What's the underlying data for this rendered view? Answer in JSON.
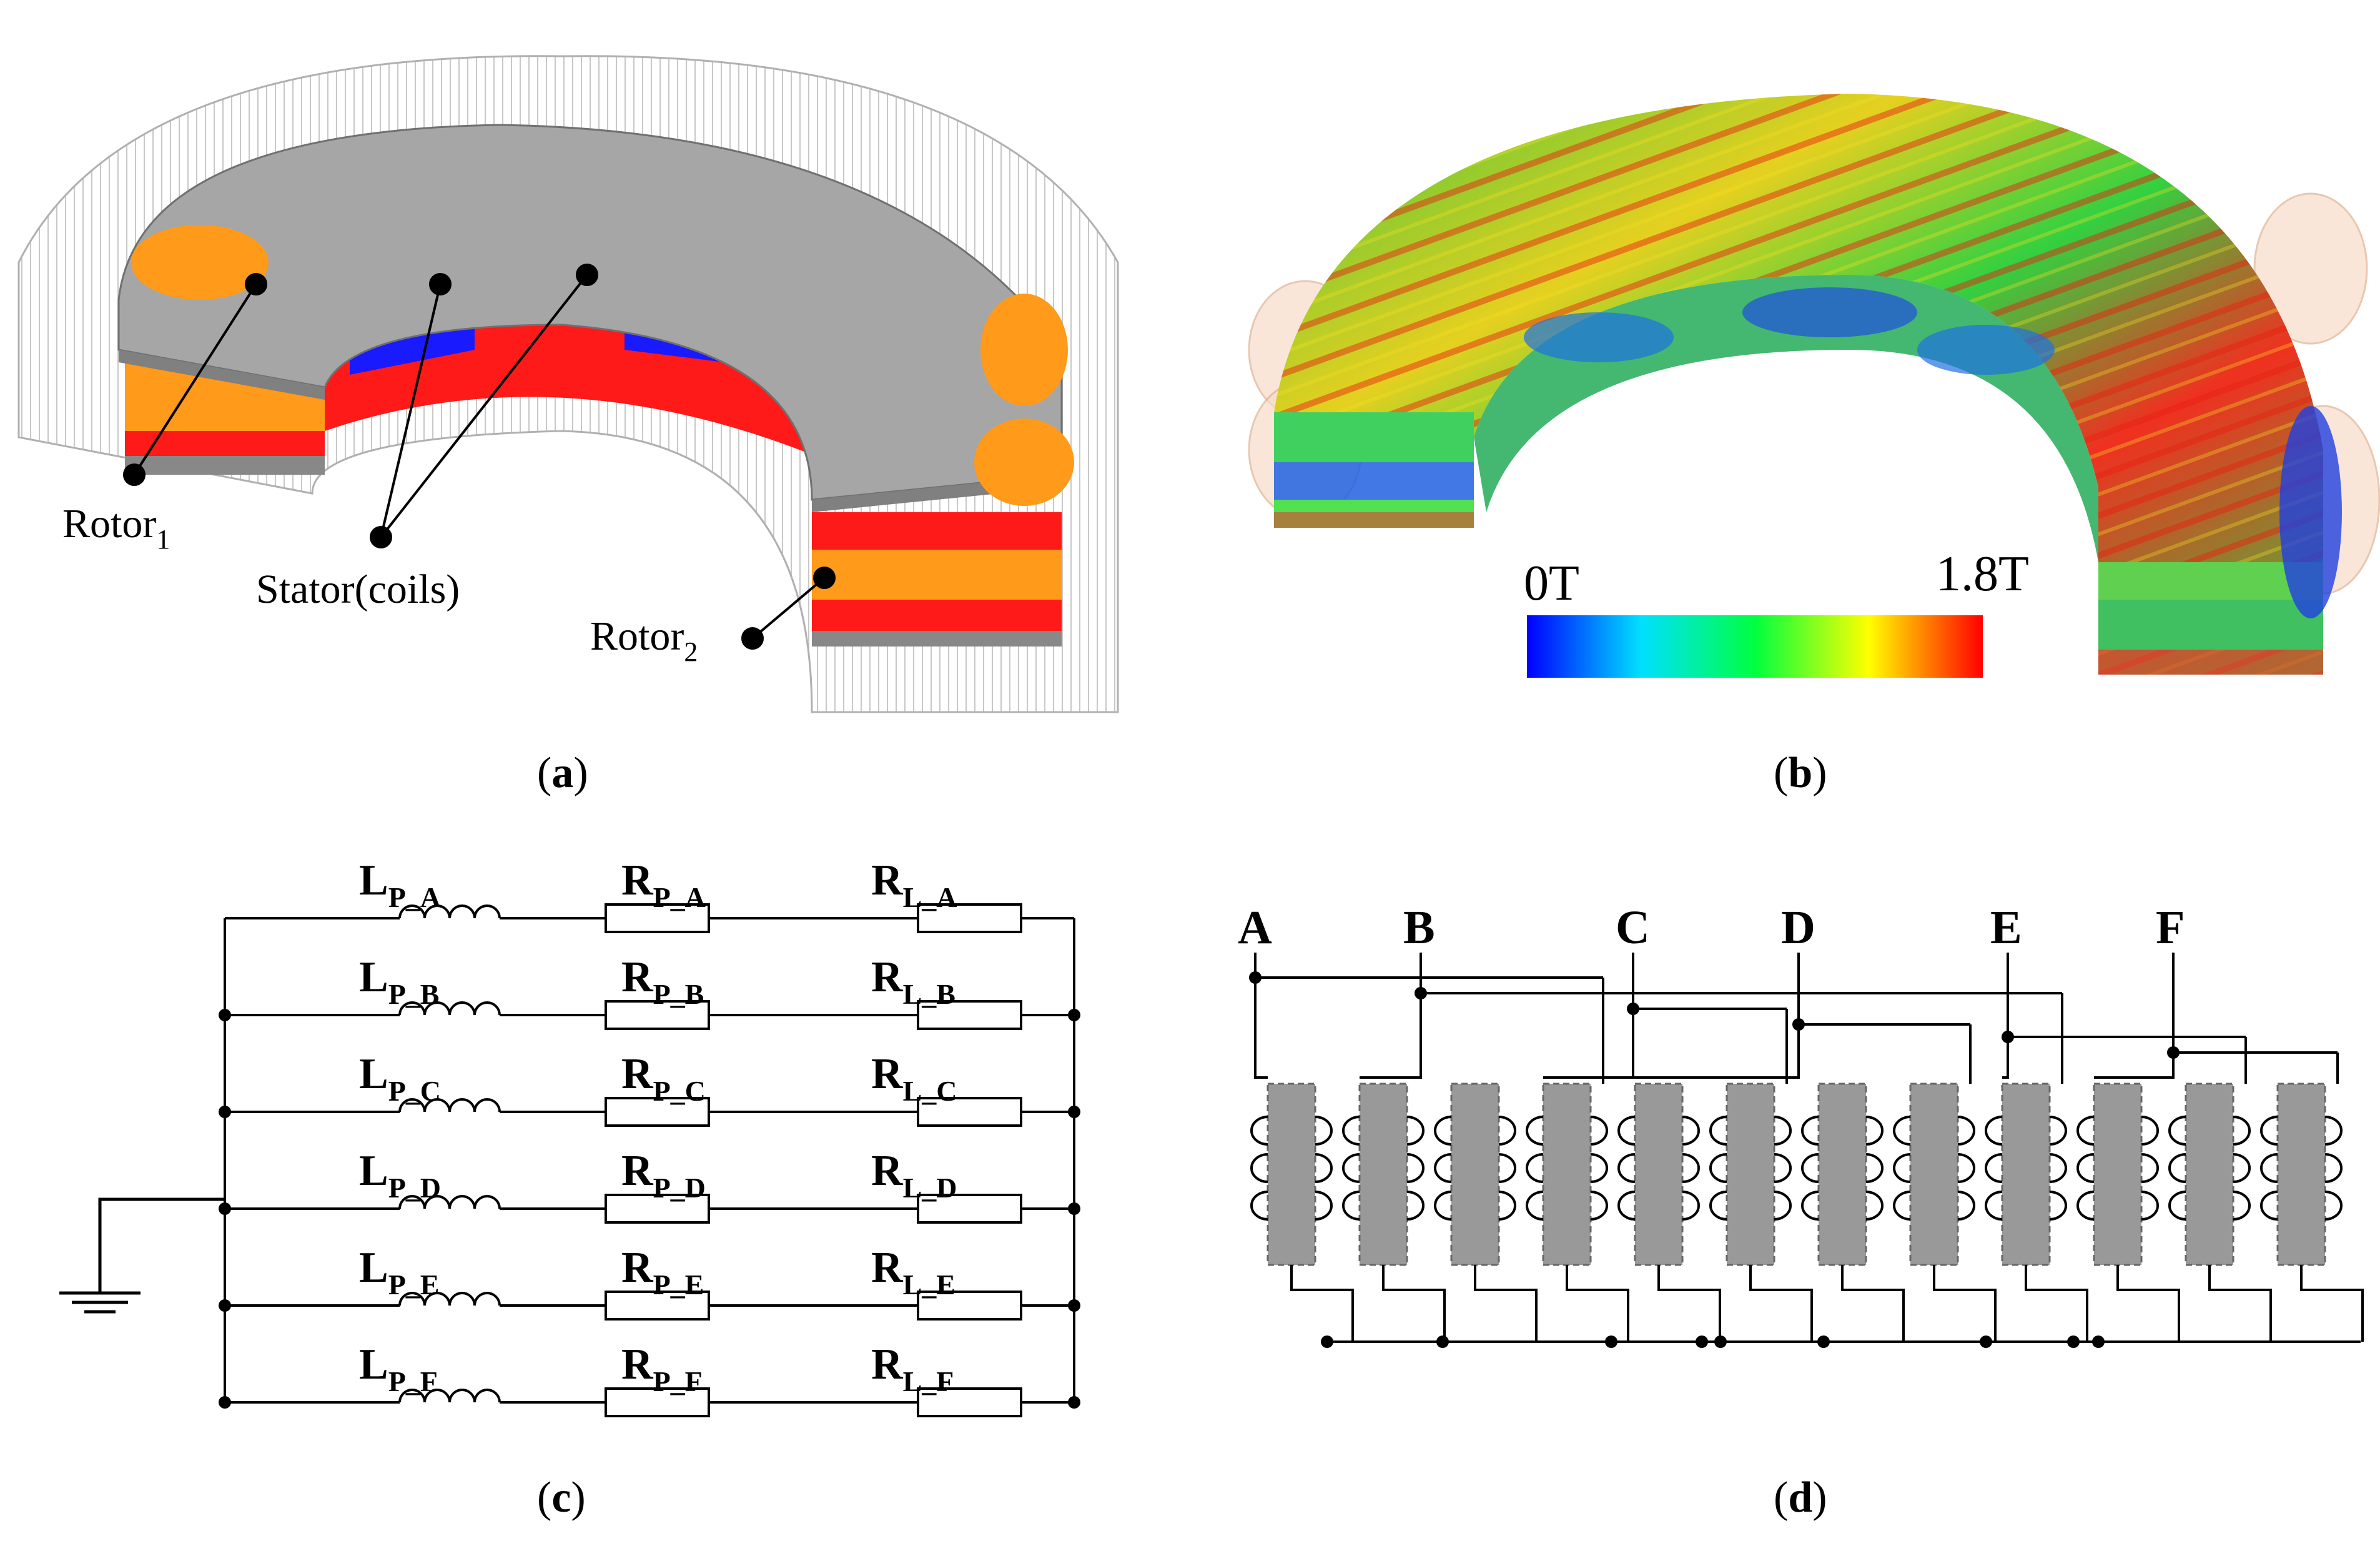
{
  "panels": {
    "a": {
      "caption_open": "(",
      "caption_letter": "a",
      "caption_close": ")",
      "rotor1": "Rotor",
      "rotor1_sub": "1",
      "stator": "Stator(coils)",
      "rotor2": "Rotor",
      "rotor2_sub": "2"
    },
    "b": {
      "caption_open": "(",
      "caption_letter": "b",
      "caption_close": ")",
      "scale_min": "0T",
      "scale_max": "1.8T"
    },
    "c": {
      "caption_open": "(",
      "caption_letter": "c",
      "caption_close": ")",
      "rows": [
        {
          "L": "L",
          "L_sub": "P_A",
          "RP": "R",
          "RP_sub": "P_A",
          "RL": "R",
          "RL_sub": "L_A"
        },
        {
          "L": "L",
          "L_sub": "P_B",
          "RP": "R",
          "RP_sub": "P_B",
          "RL": "R",
          "RL_sub": "L_B"
        },
        {
          "L": "L",
          "L_sub": "P_C",
          "RP": "R",
          "RP_sub": "P_C",
          "RL": "R",
          "RL_sub": "L_C"
        },
        {
          "L": "L",
          "L_sub": "P_D",
          "RP": "R",
          "RP_sub": "P_D",
          "RL": "R",
          "RL_sub": "L_D"
        },
        {
          "L": "L",
          "L_sub": "P_E",
          "RP": "R",
          "RP_sub": "P_E",
          "RL": "R",
          "RL_sub": "L_E"
        },
        {
          "L": "L",
          "L_sub": "P_F",
          "RP": "R",
          "RP_sub": "P_F",
          "RL": "R",
          "RL_sub": "L_F"
        }
      ]
    },
    "d": {
      "caption_open": "(",
      "caption_letter": "d",
      "caption_close": ")",
      "terminals": [
        "A",
        "B",
        "C",
        "D",
        "E",
        "F"
      ]
    }
  },
  "colors": {
    "rotor_gray": "#a6a6a6",
    "magnet_red": "#ff1a1a",
    "coil_orange": "#ff9a1a",
    "coil_blue": "#1a1aff",
    "core_gray": "#999999"
  }
}
